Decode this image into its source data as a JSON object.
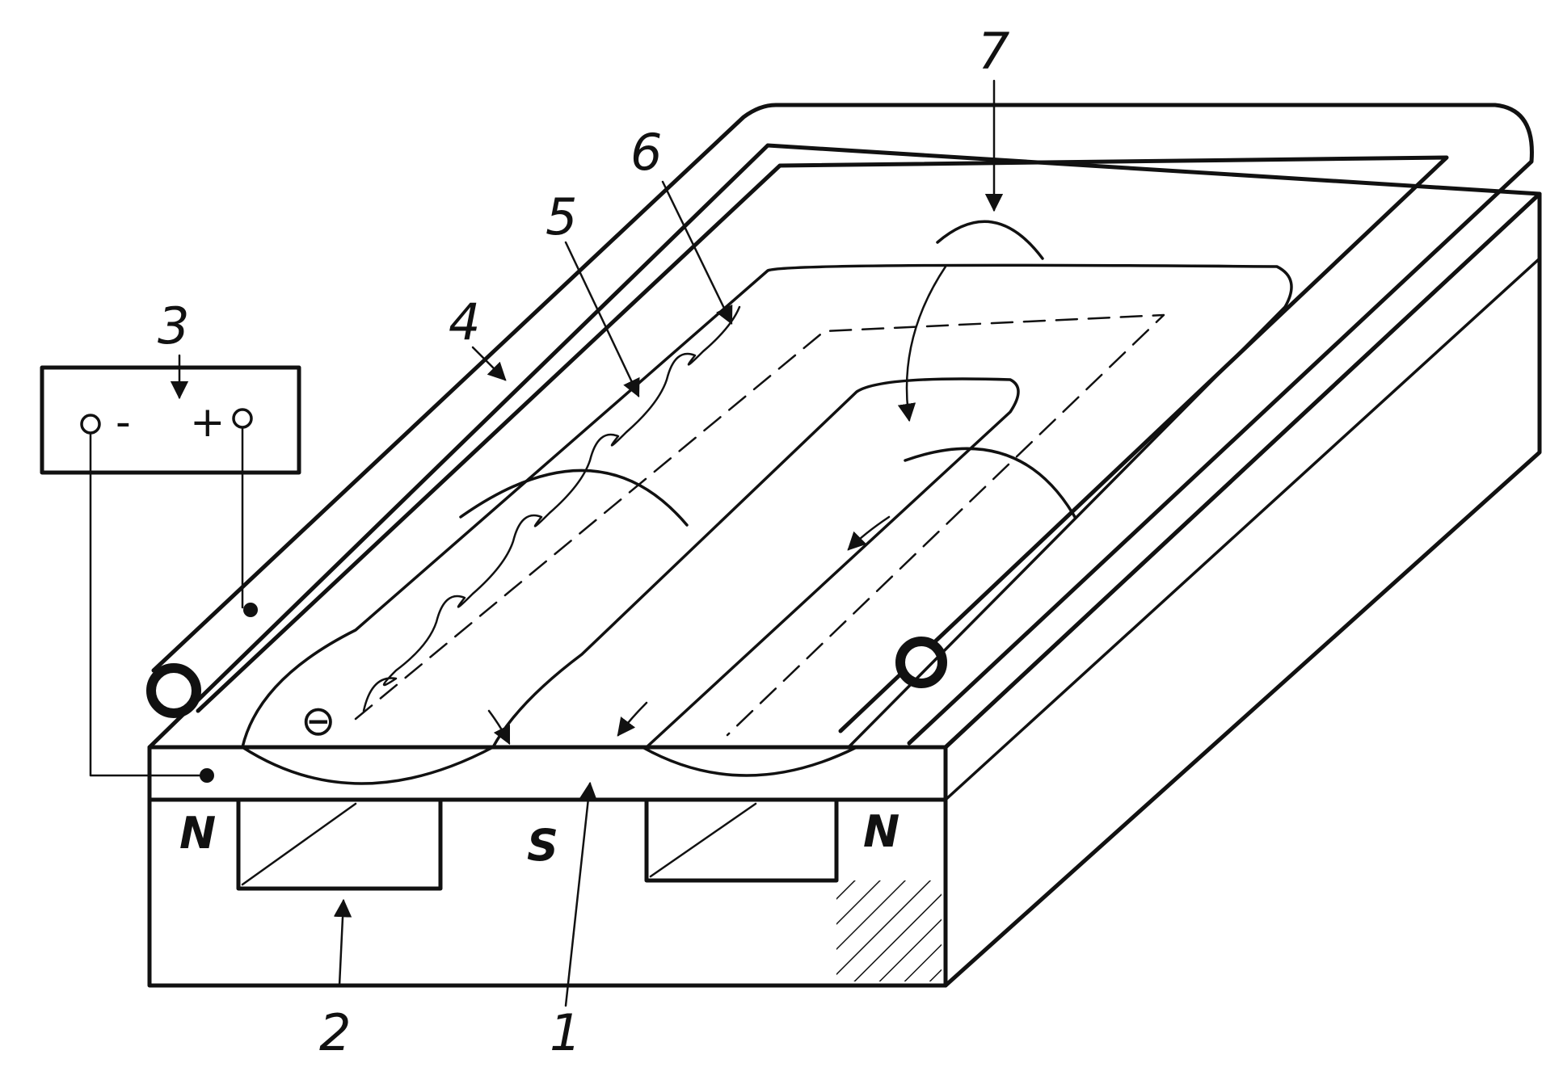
{
  "labels": {
    "magnetic_target": "1",
    "magnet_system": "2",
    "power_supply": "3",
    "anode": "4",
    "electron_path": "5",
    "plasma_ring": "6",
    "field_lines": "7"
  },
  "poles": {
    "left": "N",
    "center": "S",
    "right": "N"
  },
  "supply": {
    "minus": "-",
    "plus": "+"
  },
  "electron": "⊖",
  "colors": {
    "ink": "#111111",
    "paper": "#ffffff",
    "shade": "#d9d9d9"
  }
}
